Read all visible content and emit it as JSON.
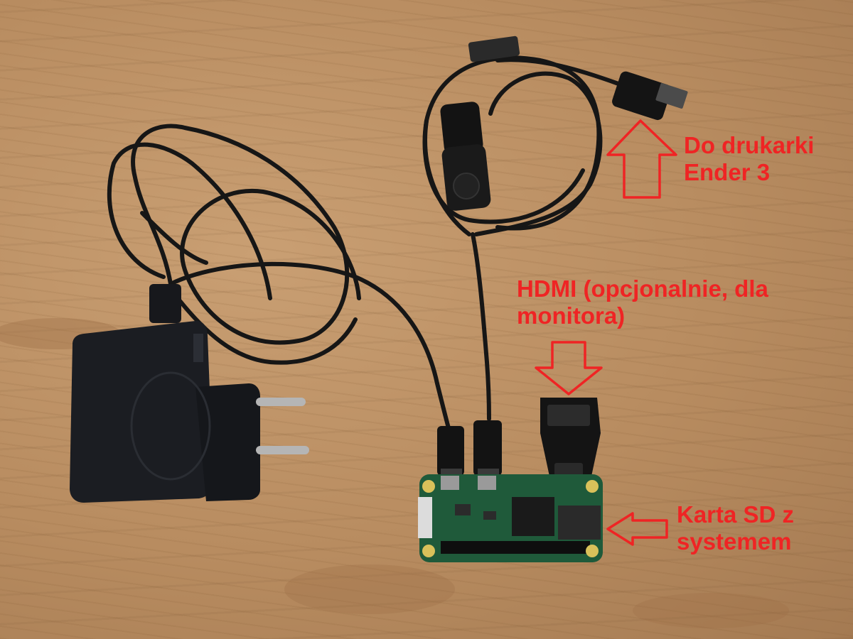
{
  "colors": {
    "label_red": "#ef2424",
    "wood": "#b88c60",
    "cable_black": "#161616",
    "pcb_green": "#1f5a3a"
  },
  "annotations": {
    "printer": {
      "line1": "Do drukarki",
      "line2": "Ender 3"
    },
    "hdmi": {
      "line1": "HDMI (opcjonalnie, dla",
      "line2": "monitora)"
    },
    "sd_card": {
      "line1": "Karta SD z",
      "line2": "systemem"
    }
  }
}
